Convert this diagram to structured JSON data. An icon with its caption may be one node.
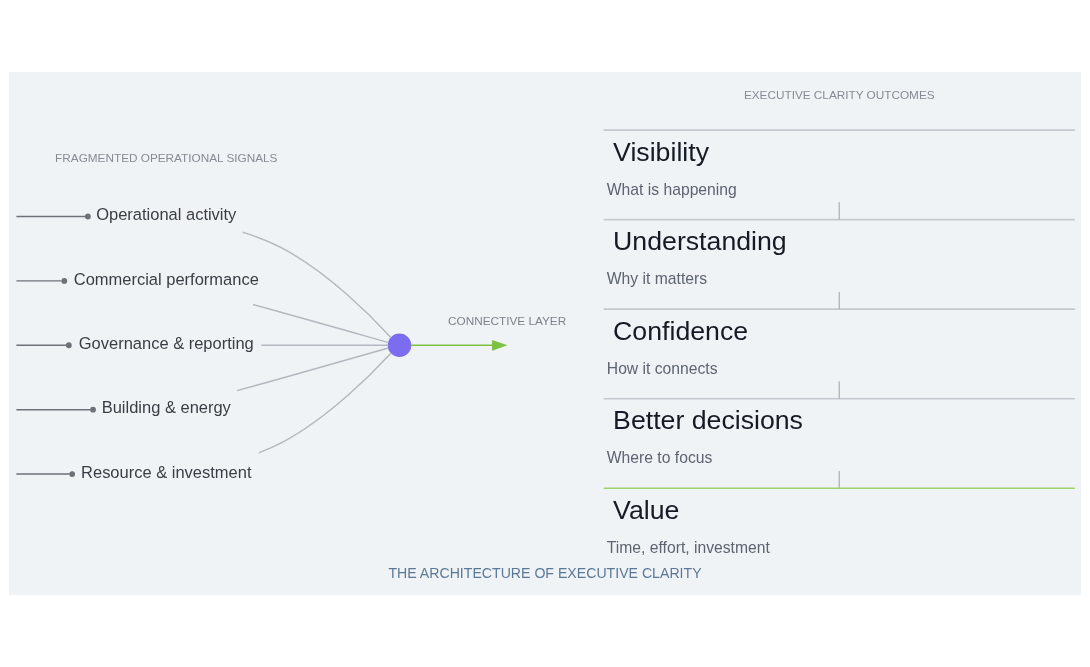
{
  "diagram": {
    "caption": "THE ARCHITECTURE OF EXECUTIVE CLARITY",
    "nodes": [
      {
        "text": [
          "Operational activity"
        ]
      },
      {
        "text": [
          "Commercial performance"
        ]
      },
      {
        "text": [
          "Governance & reporting"
        ]
      },
      {
        "text": [
          "Building & energy"
        ]
      },
      {
        "text": [
          "Resource & investment"
        ]
      },
      {
        "text": [],
        "shape": "circle",
        "beside": [
          "CONNECTIVE LAYER"
        ]
      },
      {
        "text": [
          "Visibility",
          "What is happening"
        ]
      },
      {
        "text": [
          "Understanding",
          "Why it matters"
        ]
      },
      {
        "text": [
          "Confidence",
          "How it connects"
        ]
      },
      {
        "text": [
          "Better decisions",
          "Where to focus"
        ]
      },
      {
        "text": [
          "Value",
          "Time, effort, investment"
        ]
      }
    ],
    "edges": [
      {
        "from": null,
        "to": 0,
        "arrow": "other",
        "color": "#6e7178"
      },
      {
        "from": null,
        "to": 1,
        "arrow": "other",
        "color": "#6e7178"
      },
      {
        "from": null,
        "to": 2,
        "arrow": "other",
        "color": "#6e7178"
      },
      {
        "from": null,
        "to": 3,
        "arrow": "other",
        "color": "#6e7178"
      },
      {
        "from": null,
        "to": 4,
        "arrow": "other",
        "color": "#6e7178"
      },
      {
        "from": 0,
        "to": 5,
        "arrow": "none"
      },
      {
        "from": 1,
        "to": 5,
        "arrow": "none"
      },
      {
        "from": 2,
        "to": 5,
        "arrow": "none"
      },
      {
        "from": 3,
        "to": 5,
        "arrow": "none"
      },
      {
        "from": 4,
        "to": 5,
        "arrow": "none"
      },
      {
        "from": 5,
        "to": null,
        "arrow": "to",
        "color": "#7cc142"
      },
      {
        "from": 6,
        "to": 7,
        "arrow": "none"
      },
      {
        "from": 7,
        "to": 8,
        "arrow": "none"
      },
      {
        "from": 8,
        "to": 9,
        "arrow": "none"
      },
      {
        "from": 9,
        "to": 10,
        "arrow": "none"
      }
    ],
    "labels": [
      "FRAGMENTED OPERATIONAL SIGNALS",
      "EXECUTIVE CLARITY OUTCOMES"
    ]
  }
}
